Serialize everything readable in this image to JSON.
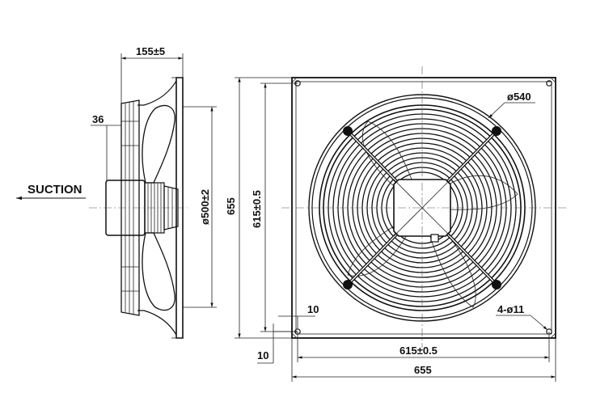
{
  "side_view": {
    "depth_label": "155±5",
    "hub_label": "36",
    "diameter_label": "ø500±2",
    "suction_label": "SUCTION"
  },
  "front_view": {
    "height_outer_label": "655",
    "height_inner_label": "615±0.5",
    "ring_label": "ø540",
    "holes_label": "4-ø11",
    "offset_inner_label": "10",
    "offset_outer_label": "10",
    "width_inner_label": "615±0.5",
    "width_outer_label": "655"
  }
}
